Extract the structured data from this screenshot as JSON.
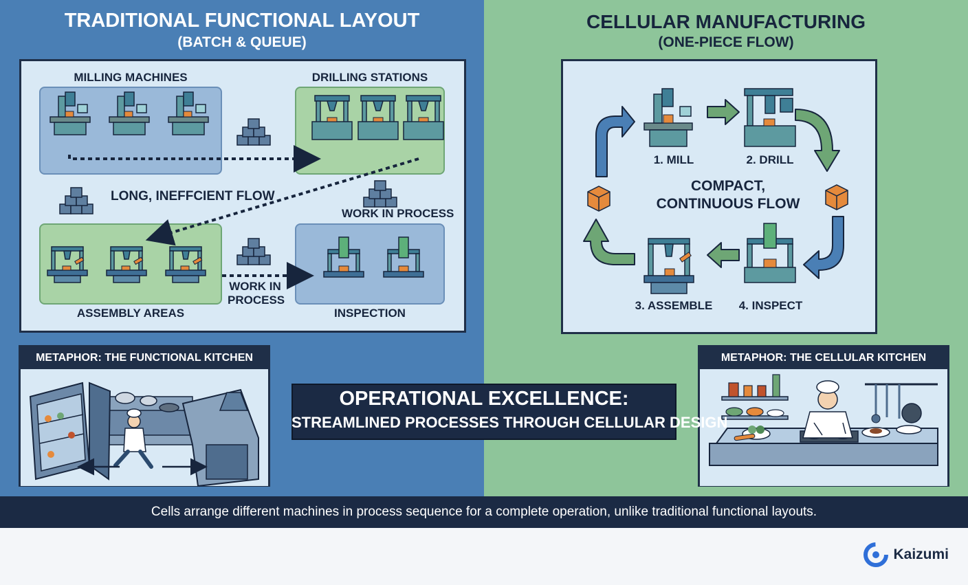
{
  "left": {
    "title": "TRADITIONAL FUNCTIONAL LAYOUT",
    "subtitle": "(BATCH & QUEUE)",
    "groups": {
      "milling": "MILLING MACHINES",
      "drilling": "DRILLING STATIONS",
      "assembly": "ASSEMBLY AREAS",
      "inspection": "INSPECTION"
    },
    "flow_label": "LONG, INEFFCIENT FLOW",
    "wip_label": "WORK IN PROCESS",
    "wip_label_2": "WORK IN PROCESS",
    "kitchen_title": "METAPHOR: THE FUNCTIONAL KITCHEN"
  },
  "right": {
    "title": "CELLULAR MANUFACTURING",
    "subtitle": "(ONE-PIECE FLOW)",
    "steps": [
      "1. MILL",
      "2. DRILL",
      "3. ASSEMBLE",
      "4. INSPECT"
    ],
    "center_label_1": "COMPACT,",
    "center_label_2": "CONTINUOUS FLOW",
    "kitchen_title": "METAPHOR: THE CELLULAR KITCHEN"
  },
  "center": {
    "headline": "OPERATIONAL EXCELLENCE:",
    "subline": "STREAMLINED PROCESSES THROUGH CELLULAR DESIGN"
  },
  "footer": {
    "caption": "Cells arrange different machines in process sequence for a complete operation, unlike traditional functional layouts."
  },
  "brand": {
    "name": "Kaizumi"
  },
  "colors": {
    "blue_bg": "#4a7fb5",
    "green_bg": "#8ec59a",
    "navy": "#1f2f48",
    "panel": "#d9e9f5",
    "box_orange": "#e58a3c"
  }
}
